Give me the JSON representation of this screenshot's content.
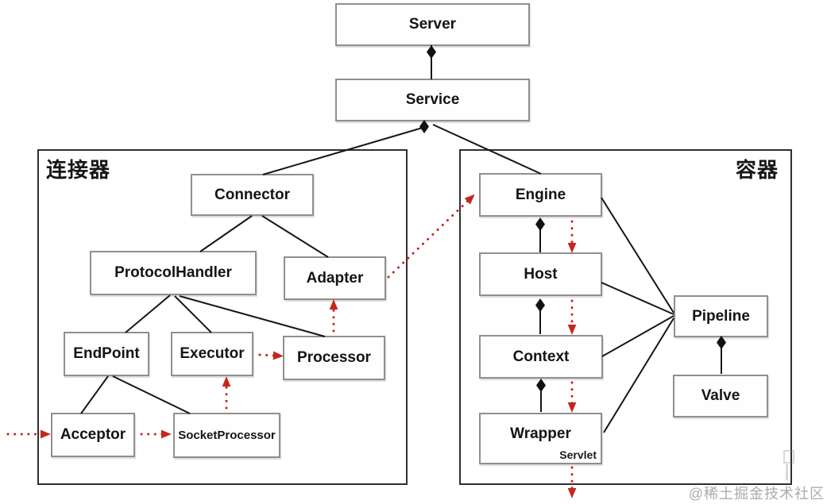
{
  "diagram": {
    "sections": {
      "left_label": "连接器",
      "right_label": "容器"
    },
    "nodes": {
      "server": "Server",
      "service": "Service",
      "connector": "Connector",
      "protocol_handler": "ProtocolHandler",
      "adapter": "Adapter",
      "endpoint": "EndPoint",
      "executor": "Executor",
      "processor": "Processor",
      "acceptor": "Acceptor",
      "socket_processor": "SocketProcessor",
      "engine": "Engine",
      "host": "Host",
      "context": "Context",
      "wrapper": "Wrapper",
      "wrapper_sub": "Servlet",
      "pipeline": "Pipeline",
      "valve": "Valve"
    },
    "edges": {
      "composition": [
        [
          "Server",
          "Service"
        ],
        [
          "Service",
          "Connector"
        ],
        [
          "Service",
          "Engine"
        ],
        [
          "Engine",
          "Host"
        ],
        [
          "Host",
          "Context"
        ],
        [
          "Context",
          "Wrapper"
        ],
        [
          "Pipeline",
          "Valve"
        ]
      ],
      "association": [
        [
          "Connector",
          "ProtocolHandler"
        ],
        [
          "Connector",
          "Adapter"
        ],
        [
          "ProtocolHandler",
          "EndPoint"
        ],
        [
          "ProtocolHandler",
          "Executor"
        ],
        [
          "ProtocolHandler",
          "Processor"
        ],
        [
          "EndPoint",
          "Acceptor"
        ],
        [
          "EndPoint",
          "SocketProcessor"
        ],
        [
          "Engine",
          "Pipeline"
        ],
        [
          "Host",
          "Pipeline"
        ],
        [
          "Context",
          "Pipeline"
        ],
        [
          "Wrapper",
          "Pipeline"
        ]
      ],
      "red_dotted_flow": [
        [
          "(outside)",
          "Acceptor"
        ],
        [
          "Acceptor",
          "SocketProcessor"
        ],
        [
          "SocketProcessor",
          "Executor"
        ],
        [
          "Executor",
          "Processor"
        ],
        [
          "Processor",
          "Adapter"
        ],
        [
          "Adapter",
          "Engine"
        ],
        [
          "Engine",
          "Host"
        ],
        [
          "Host",
          "Context"
        ],
        [
          "Context",
          "Wrapper"
        ],
        [
          "Wrapper",
          "(outside bottom)"
        ]
      ]
    },
    "colors": {
      "flow_arrow_red": "#c4271d",
      "line_black": "#161616",
      "box_border_gray": "#8f8f8f",
      "watermark_gray": "#ababab"
    },
    "watermark": "@稀土掘金技术社区"
  }
}
